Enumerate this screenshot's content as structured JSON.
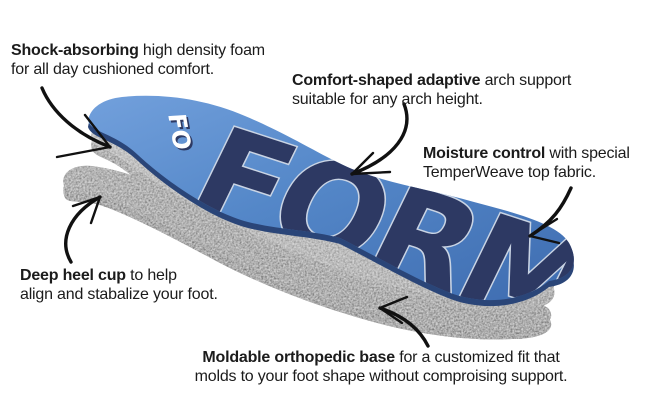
{
  "colors": {
    "background": "#ffffff",
    "insole_blue": "#5b8cc9",
    "insole_blue_dark": "#3e6cb0",
    "logo_navy": "#2d3963",
    "logo_outline": "#c9d4e4",
    "foam_gray": "#7e7e7e",
    "base_dark_gray": "#4a4a4a",
    "arrow_black": "#111111",
    "text_black": "#1b1b1b"
  },
  "insole": {
    "logo_text": "FORM",
    "logo_mark": "FO"
  },
  "callouts": {
    "shock": {
      "bold": "Shock-absorbing",
      "rest": " high density foam",
      "line2": "for all day cushioned comfort."
    },
    "arch": {
      "bold": "Comfort-shaped adaptive",
      "rest": " arch support",
      "line2": "suitable for any arch height."
    },
    "moisture": {
      "bold": "Moisture control",
      "rest": " with special",
      "line2": "TemperWeave top fabric."
    },
    "heel": {
      "bold": "Deep heel cup",
      "rest": " to help",
      "line2": "align and stabalize your foot."
    },
    "base": {
      "bold": "Moldable orthopedic base",
      "rest": " for a customized fit that",
      "line2": "molds to your foot shape without comproising support."
    }
  }
}
